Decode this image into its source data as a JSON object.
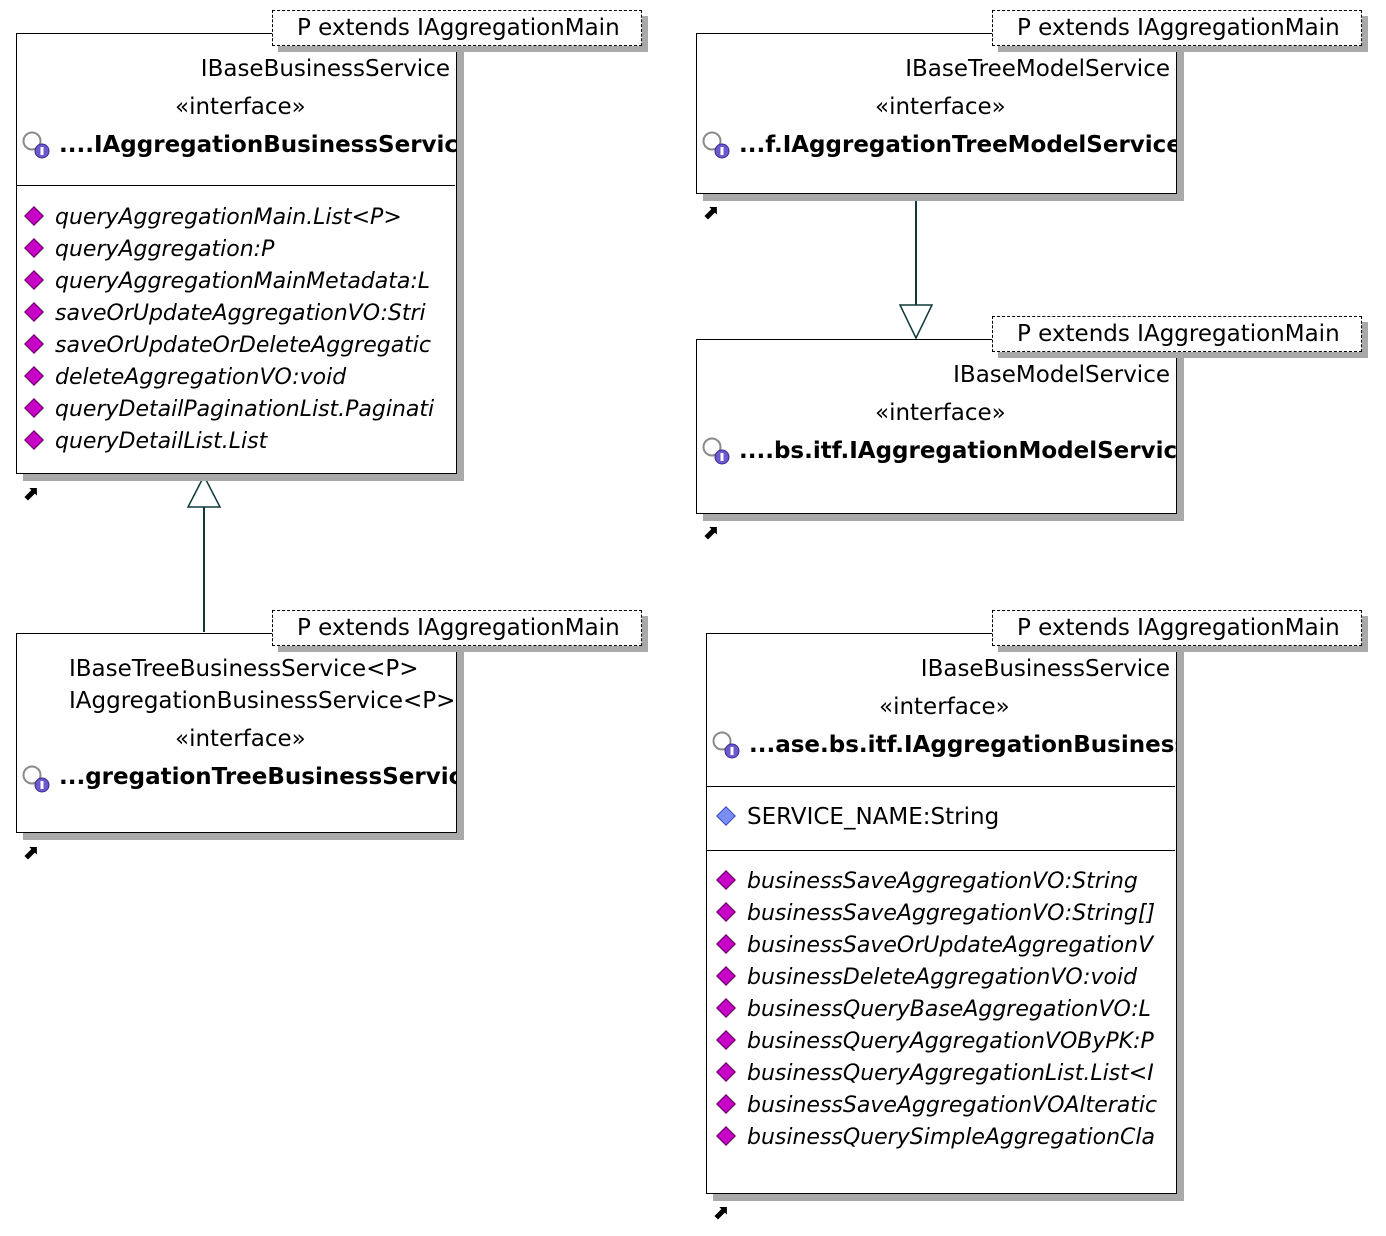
{
  "diagram": {
    "boxes": [
      {
        "id": "ibusiness-service",
        "type_param": "P extends IAggregationMain",
        "supers": [
          "IBaseBusinessService"
        ],
        "stereotype": "«interface»",
        "name": "....IAggregationBusinessService",
        "operations": [
          "queryAggregationMain.List<P>",
          "queryAggregation:P",
          "queryAggregationMainMetadata:L",
          "saveOrUpdateAggregationVO:Stri",
          "saveOrUpdateOrDeleteAggregatic",
          "deleteAggregationVO:void",
          "queryDetailPaginationList.Paginati",
          "queryDetailList.List"
        ]
      },
      {
        "id": "itree-model-service",
        "type_param": "P extends IAggregationMain",
        "supers": [
          "IBaseTreeModelService"
        ],
        "stereotype": "«interface»",
        "name": "...f.IAggregationTreeModelService"
      },
      {
        "id": "imodel-service",
        "type_param": "P extends IAggregationMain",
        "supers": [
          "IBaseModelService"
        ],
        "stereotype": "«interface»",
        "name": "....bs.itf.IAggregationModelService"
      },
      {
        "id": "itree-business-service",
        "type_param": "P extends IAggregationMain",
        "supers": [
          "IBaseTreeBusinessService<P>",
          "IAggregationBusinessService<P>"
        ],
        "stereotype": "«interface»",
        "name": "...gregationTreeBusinessService"
      },
      {
        "id": "iaggregation-business",
        "type_param": "P extends IAggregationMain",
        "supers": [
          "IBaseBusinessService"
        ],
        "stereotype": "«interface»",
        "name": "...ase.bs.itf.IAggregationBusiness",
        "attributes": [
          "SERVICE_NAME:String"
        ],
        "operations": [
          "businessSaveAggregationVO:String",
          "businessSaveAggregationVO:String[]",
          "businessSaveOrUpdateAggregationV",
          "businessDeleteAggregationVO:void",
          "businessQueryBaseAggregationVO:L",
          "businessQueryAggregationVOByPK:P",
          "businessQueryAggregationList.List<I",
          "businessSaveAggregationVOAlteratic",
          "businessQuerySimpleAggregationCla"
        ]
      }
    ],
    "colors": {
      "operation_diamond": "#c800c8",
      "attribute_diamond": "#7b8ef5",
      "connector": "#0e3a3a",
      "shadow": "#a9a9a9"
    },
    "icons": {
      "interface": "interface-icon",
      "operation": "operation-icon",
      "attribute": "attribute-icon",
      "shortcut": "shortcut-arrow-icon"
    }
  }
}
